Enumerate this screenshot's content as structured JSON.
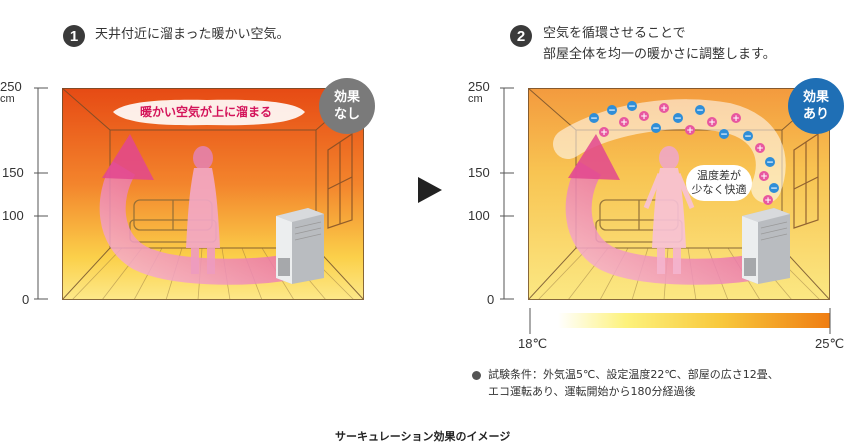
{
  "panel1": {
    "number": "1",
    "caption": "天井付近に溜まった暖かい空気。",
    "banner": "暖かい空気が上に溜まる",
    "effect_line1": "効果",
    "effect_line2": "なし",
    "effect_color": "#7a7a7a"
  },
  "panel2": {
    "number": "2",
    "caption_line1": "空気を循環させることで",
    "caption_line2": "部屋全体を均一の暖かさに調整します。",
    "bubble_line1": "温度差が",
    "bubble_line2": "少なく快適",
    "effect_line1": "効果",
    "effect_line2": "あり",
    "effect_color": "#1f6fb5"
  },
  "axis": {
    "unit": "cm",
    "ticks": [
      "250",
      "150",
      "100",
      "0"
    ]
  },
  "temperature_scale": {
    "min_label": "18℃",
    "max_label": "25℃",
    "color_min": "#fff7c0",
    "color_max": "#f07a10"
  },
  "note": {
    "line1": "試験条件：外気温5℃、設定温度22℃、部屋の広さ12畳、",
    "line2": "エコ運転あり、運転開始から180分経過後"
  },
  "figure_caption": "サーキュレーション効果のイメージ",
  "colors": {
    "arrow_pink": "#e45e9c",
    "room_hot": "#ee5a1e",
    "room_warm": "#f9e05a",
    "ion_minus": "#2f8ed8",
    "ion_plus": "#e8579f"
  }
}
